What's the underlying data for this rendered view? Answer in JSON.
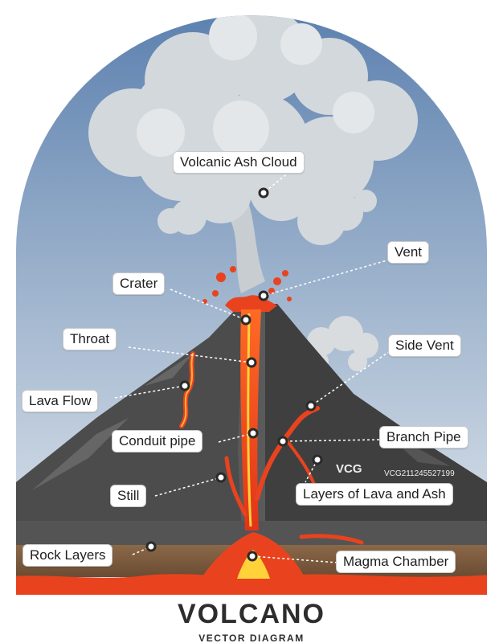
{
  "labels": {
    "ash_cloud": "Volcanic Ash Cloud",
    "vent": "Vent",
    "crater": "Crater",
    "throat": "Throat",
    "side_vent": "Side Vent",
    "lava_flow": "Lava Flow",
    "conduit_pipe": "Conduit pipe",
    "branch_pipe": "Branch Pipe",
    "still": "Still",
    "layers": "Layers of Lava and Ash",
    "rock_layers": "Rock Layers",
    "magma_chamber": "Magma Chamber"
  },
  "title": {
    "main": "VOLCANO",
    "subtitle": "VECTOR DIAGRAM"
  },
  "watermark": {
    "logo": "VCG",
    "code": "VCG211245527199"
  },
  "colors": {
    "sky_top": "#5a7fae",
    "sky_bottom": "#e6ebf0",
    "mountain": "#4d4d4d",
    "lava": "#e8431e",
    "magma_glow": "#ffd23a",
    "ground": "#7a5a3c"
  }
}
